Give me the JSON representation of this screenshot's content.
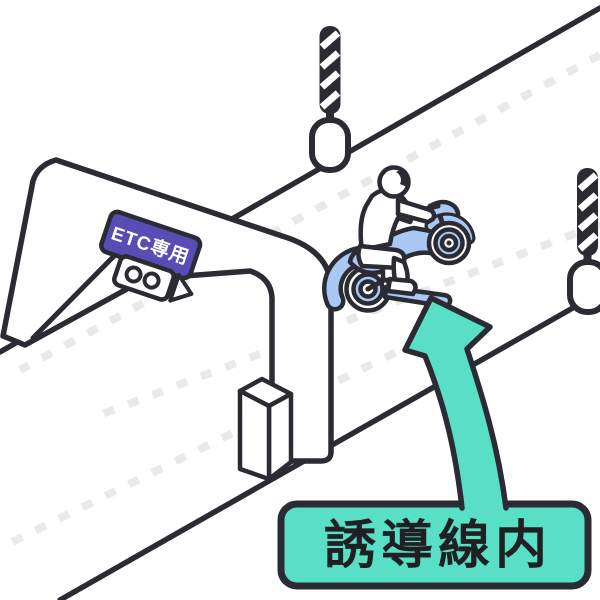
{
  "illustration_title": "ETC toll gate lane guide for motorcycle",
  "gate": {
    "sign_label": "ETC専用"
  },
  "callout": {
    "label": "誘導線内"
  },
  "colors": {
    "ink": "#2b2b33",
    "teal": "#58dfc6",
    "purple": "#574db5",
    "motorcycle_blue": "#a9c8f3",
    "dash_gray": "#e9e9e9",
    "white": "#ffffff",
    "label_text": "#1f1f24"
  },
  "elements": {
    "gate_icon": "toll-gate-arch",
    "sensor_icon": "etc-antenna-unit",
    "pole_icon": "striped-barrier-pole",
    "vehicle_icon": "motorcycle-with-rider",
    "arrow_icon": "curved-guide-arrow",
    "lane_marks": "dashed-guide-lines"
  }
}
